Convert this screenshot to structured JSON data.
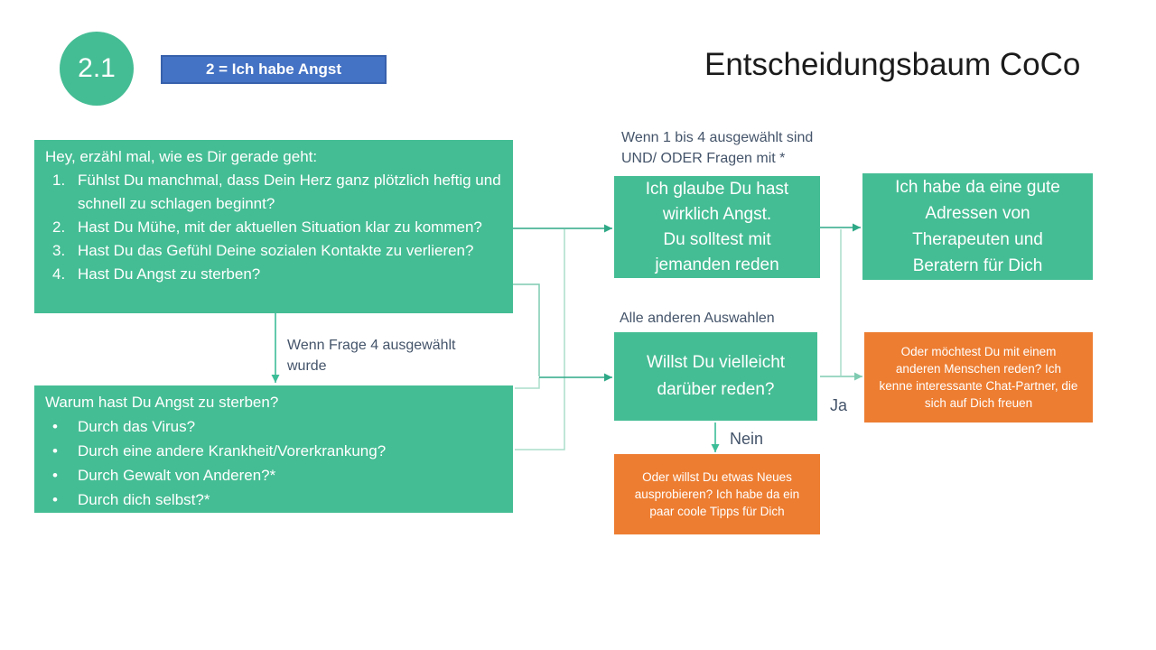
{
  "badge": "2.1",
  "legend": "2 = Ich habe Angst",
  "title": "Entscheidungsbaum CoCo",
  "colors": {
    "node_teal": "#45BD94",
    "node_orange": "#ED7D31",
    "legend_blue": "#4472C4",
    "label_text": "#44546A",
    "connector_dark": "#2FA987",
    "connector_light": "#ABDECB"
  },
  "labels": {
    "condition_all": {
      "line1": "Wenn 1 bis 4 ausgewählt sind",
      "line2": "UND/ ODER Fragen mit *"
    },
    "condition_other": "Alle anderen Auswahlen",
    "condition_q4": "Wenn Frage 4 ausgewählt wurde",
    "yes": "Ja",
    "no": "Nein"
  },
  "nodes": {
    "intro": {
      "header": "Hey, erzähl mal, wie es Dir gerade geht:",
      "items": [
        {
          "num": "1.",
          "text": "Fühlst Du manchmal, dass Dein Herz ganz plötzlich heftig und schnell zu schlagen beginnt?"
        },
        {
          "num": "2.",
          "text": "Hast Du Mühe, mit der aktuellen Situation klar zu kommen?"
        },
        {
          "num": "3.",
          "text": "Hast Du das Gefühl Deine sozialen Kontakte zu verlieren?"
        },
        {
          "num": "4.",
          "text": "Hast Du Angst zu sterben?"
        }
      ]
    },
    "why": {
      "header": "Warum hast Du Angst zu sterben?",
      "items": [
        {
          "bullet": "•",
          "text": "Durch das Virus?"
        },
        {
          "bullet": "•",
          "text": "Durch eine andere Krankheit/Vorerkrankung?"
        },
        {
          "bullet": "•",
          "text": "Durch Gewalt von Anderen?*"
        },
        {
          "bullet": "•",
          "text": "Durch dich selbst?*"
        }
      ]
    },
    "believe": {
      "lines": [
        "Ich glaube Du hast",
        "wirklich Angst.",
        "Du solltest mit",
        "jemanden reden"
      ]
    },
    "addresses": {
      "lines": [
        "Ich habe da eine gute",
        "Adressen von",
        "Therapeuten und",
        "Beratern für Dich"
      ]
    },
    "talk": {
      "lines": [
        "Willst Du vielleicht",
        "darüber reden?"
      ]
    },
    "chat": "Oder möchtest Du mit einem anderen Menschen reden? Ich kenne interessante Chat-Partner, die sich auf Dich freuen",
    "tips": "Oder willst Du etwas Neues ausprobieren? Ich habe da ein paar coole Tipps für Dich"
  }
}
